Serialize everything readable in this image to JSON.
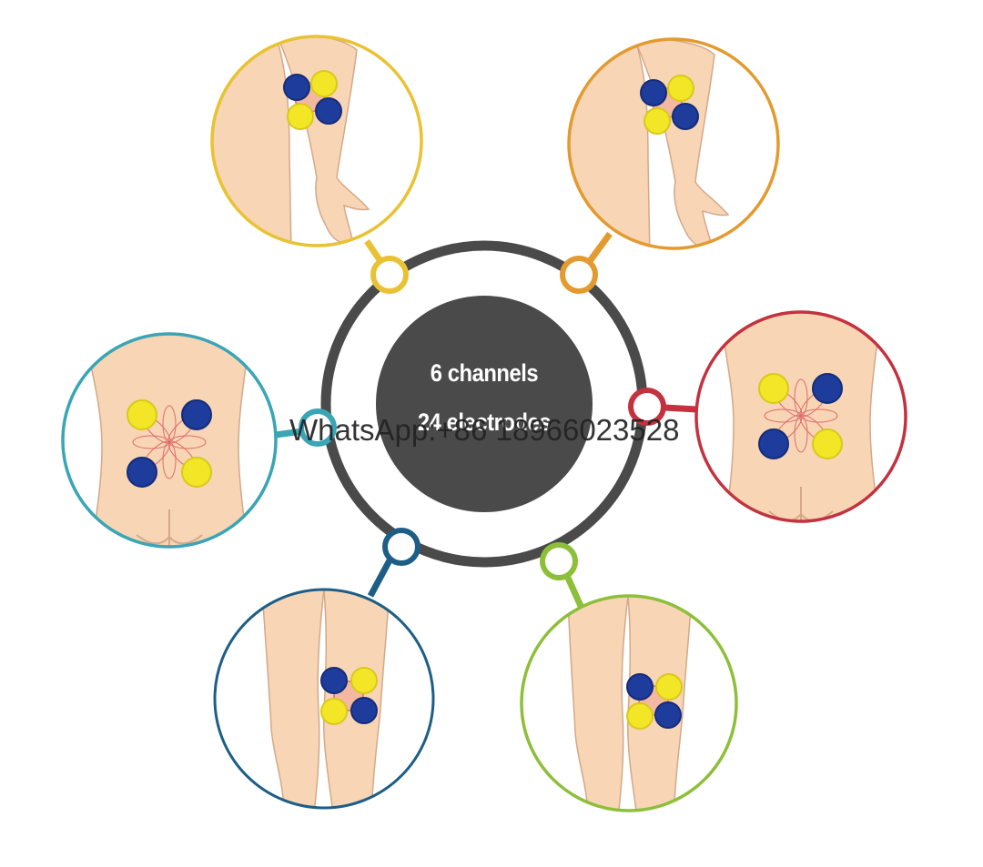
{
  "center": {
    "line1": "6 channels",
    "line2": "24 electrodes",
    "fill_color": "#4a4a4a",
    "ring_color": "#4a4a4a"
  },
  "watermark": "WhatsApp:+86 18966023528",
  "colors": {
    "skin": "#f7d5b5",
    "skin_stroke": "#d4a88a",
    "pad_yellow": "#f3e626",
    "pad_blue": "#1e3c9c",
    "massage_lines": "#e06a6a"
  },
  "nodes": [
    {
      "id": "upper-arm-left",
      "body_part": "upper arm",
      "color": "#e9c233"
    },
    {
      "id": "upper-arm-right",
      "body_part": "upper arm",
      "color": "#e39a2f"
    },
    {
      "id": "lower-back-left",
      "body_part": "lower back",
      "color": "#3aa5b5"
    },
    {
      "id": "lower-back-right",
      "body_part": "lower back",
      "color": "#c3323e"
    },
    {
      "id": "thigh-left",
      "body_part": "thigh",
      "color": "#1d5e87"
    },
    {
      "id": "thigh-right",
      "body_part": "thigh",
      "color": "#8dbf3a"
    }
  ]
}
